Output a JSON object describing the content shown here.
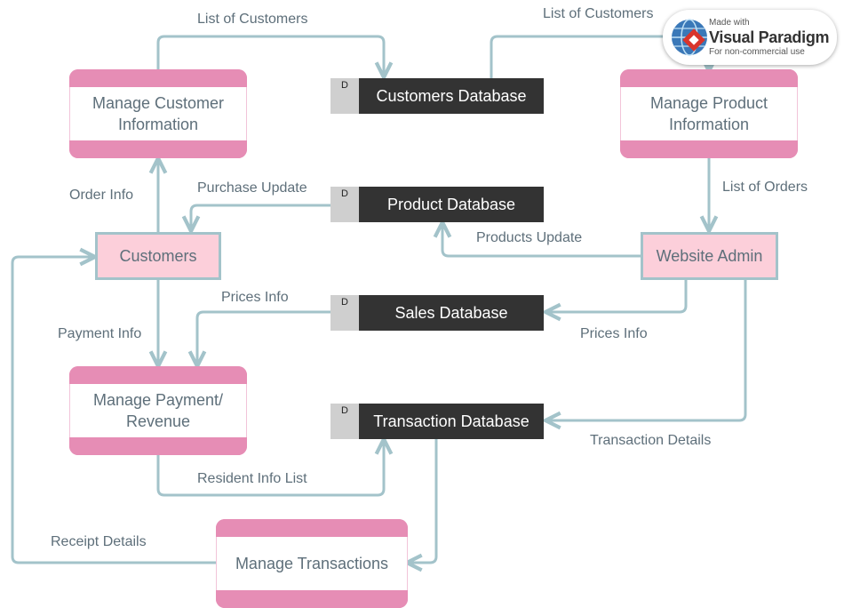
{
  "processes": {
    "manage_customer": "Manage Customer Information",
    "manage_product": "Manage Product Information",
    "manage_payment": "Manage Payment/ Revenue",
    "manage_transactions": "Manage Transactions"
  },
  "entities": {
    "customers": "Customers",
    "website_admin": "Website Admin"
  },
  "stores": {
    "customers_db": {
      "id": "D",
      "name": "Customers Database"
    },
    "product_db": {
      "id": "D",
      "name": "Product Database"
    },
    "sales_db": {
      "id": "D",
      "name": "Sales Database"
    },
    "transaction_db": {
      "id": "D",
      "name": "Transaction Database"
    }
  },
  "flows": {
    "list_customers_left": "List of Customers",
    "list_customers_right": "List of Customers",
    "order_info": "Order Info",
    "purchase_update": "Purchase Update",
    "list_of_orders": "List of Orders",
    "products_update": "Products Update",
    "prices_info_left": "Prices Info",
    "prices_info_right": "Prices Info",
    "payment_info": "Payment Info",
    "transaction_details": "Transaction Details",
    "resident_info_list": "Resident Info List",
    "receipt_details": "Receipt Details"
  },
  "watermark": {
    "line1": "Made with",
    "line2": "Visual Paradigm",
    "line3": "For non-commercial use"
  },
  "colors": {
    "process_band": "#e68db5",
    "entity_fill": "#fccfda",
    "entity_border": "#a3c3ca",
    "store_fill": "#333333",
    "store_id_fill": "#cfcfcf",
    "flow_line": "#a3c3ca",
    "text": "#5e6f7a"
  }
}
